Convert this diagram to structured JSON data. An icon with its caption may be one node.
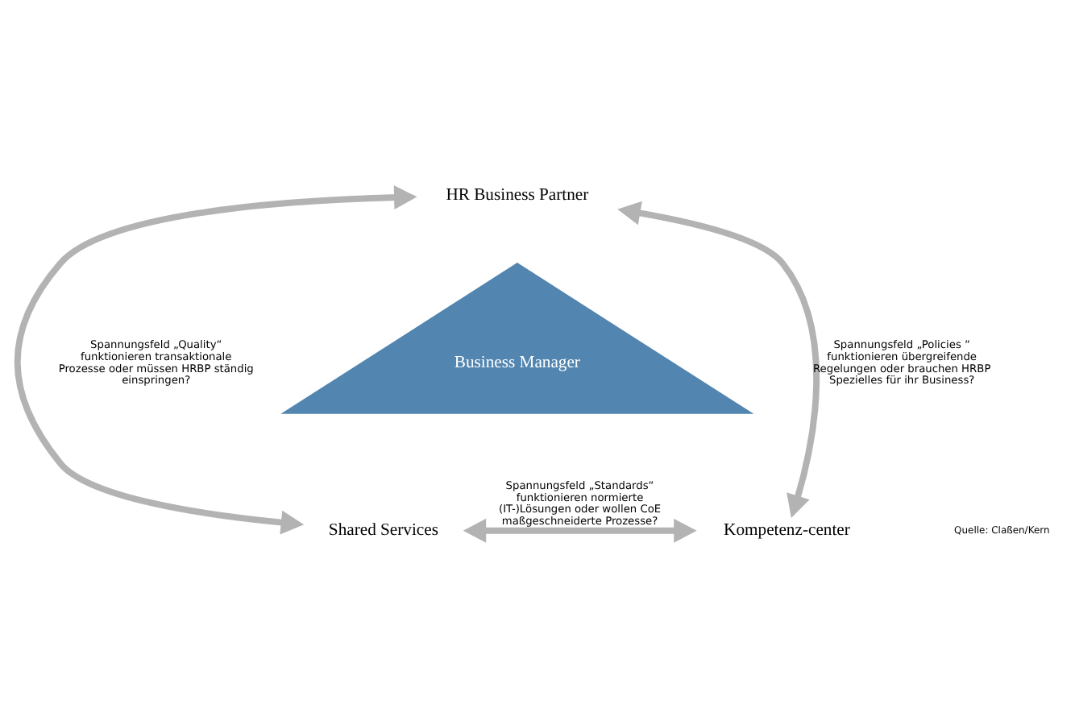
{
  "diagram": {
    "nodes": [
      {
        "text": [
          "HR Business Partner"
        ]
      },
      {
        "text": [
          "Business Manager"
        ]
      },
      {
        "text": [
          "Shared Services"
        ]
      },
      {
        "text": [
          "Kompetenz-center"
        ]
      }
    ],
    "edges": [
      {
        "from": 2,
        "to": 0,
        "arrow": "both",
        "label": "Spannungsfeld „Quality“ funktionieren transaktionale Prozesse oder müssen HRBP ständig einspringen?"
      },
      {
        "from": 0,
        "to": 3,
        "arrow": "both",
        "label": "Spannungsfeld „Policies “ funktionieren übergreifende Regelungen oder brauchen HRBP Spezielles für ihr Business?"
      },
      {
        "from": 2,
        "to": 3,
        "arrow": "both",
        "label": "Spannungsfeld „Standards“ funktionieren normierte (IT-)Lösungen oder wollen CoE maßgeschneiderte Prozesse?"
      }
    ],
    "labels": [
      "Quelle: Claßen/Kern"
    ]
  }
}
